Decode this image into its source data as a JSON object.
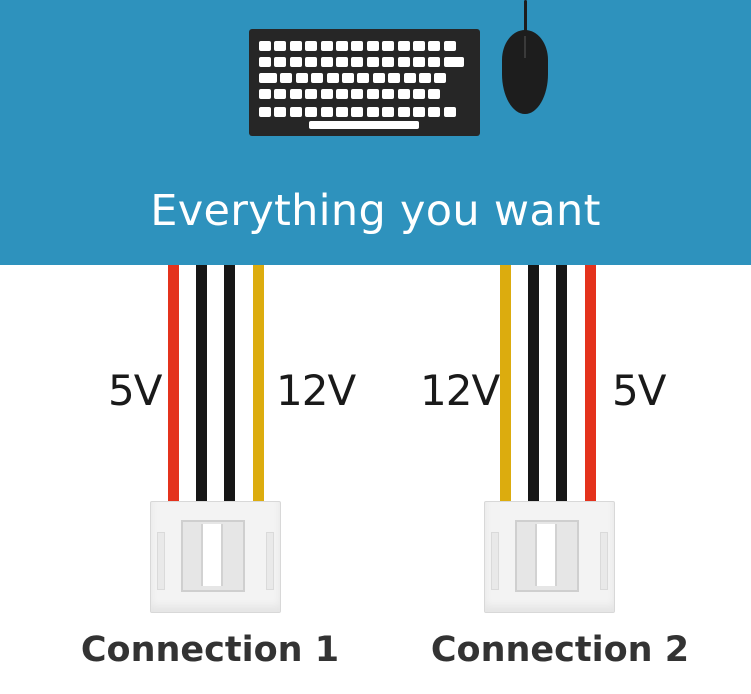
{
  "banner": {
    "title": "Everything you want",
    "icons": [
      "keyboard-icon",
      "mouse-icon"
    ],
    "color": "#2e92bd"
  },
  "connectors": [
    {
      "label": "Connection 1",
      "left_voltage": "5V",
      "right_voltage": "12V",
      "wire_colors": [
        "red",
        "black",
        "black",
        "yellow"
      ]
    },
    {
      "label": "Connection 2",
      "left_voltage": "12V",
      "right_voltage": "5V",
      "wire_colors": [
        "yellow",
        "black",
        "black",
        "red"
      ]
    }
  ],
  "colors": {
    "red_wire": "#e4321c",
    "black_wire": "#161616",
    "yellow_wire": "#dcac0e"
  }
}
